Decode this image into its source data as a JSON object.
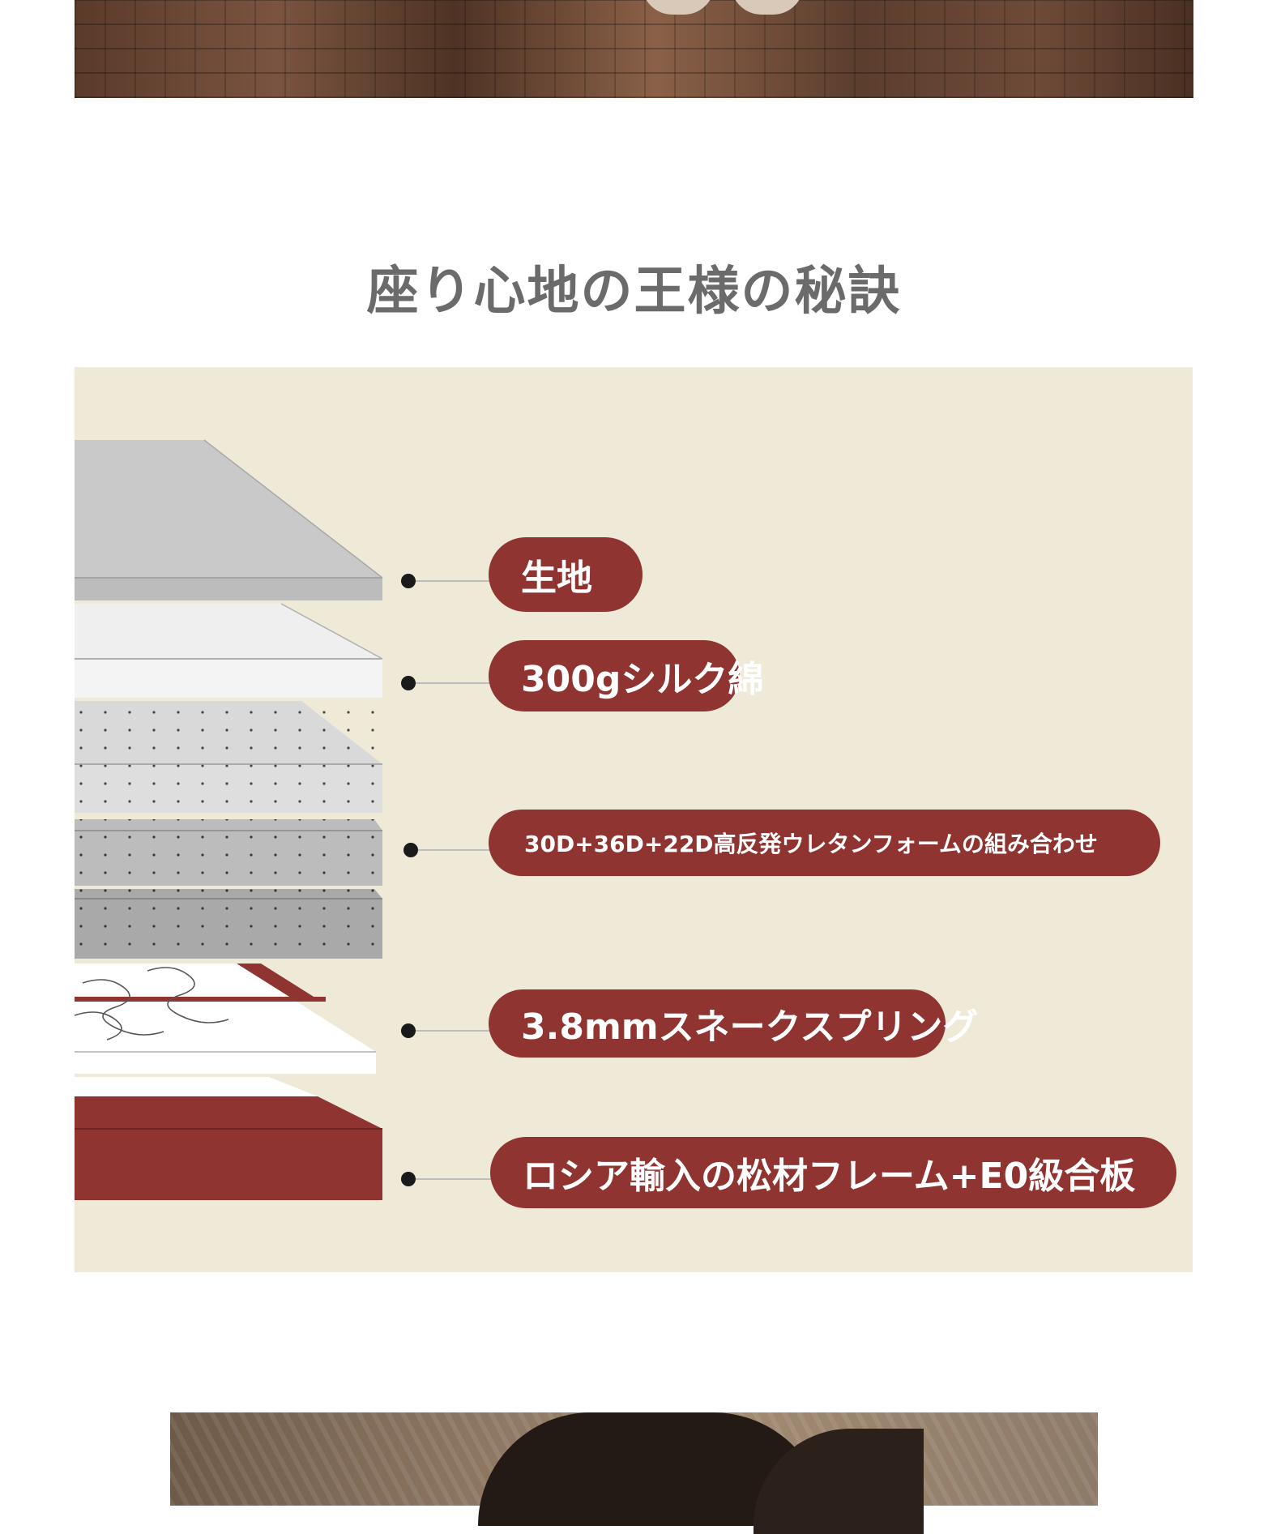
{
  "section": {
    "title": "座り心地の王様の秘訣"
  },
  "layers": [
    {
      "label": "生地"
    },
    {
      "label": "300gシルク綿"
    },
    {
      "label": "30D+36D+22D高反発ウレタンフォームの組み合わせ"
    },
    {
      "label": "3.8mmスネークスプリング"
    },
    {
      "label": "ロシア輸入の松材フレーム+E0級合板"
    }
  ],
  "colors": {
    "accent": "#8f3431",
    "diagram_background": "#efe9d8",
    "title_text": "#6b6b6b"
  }
}
